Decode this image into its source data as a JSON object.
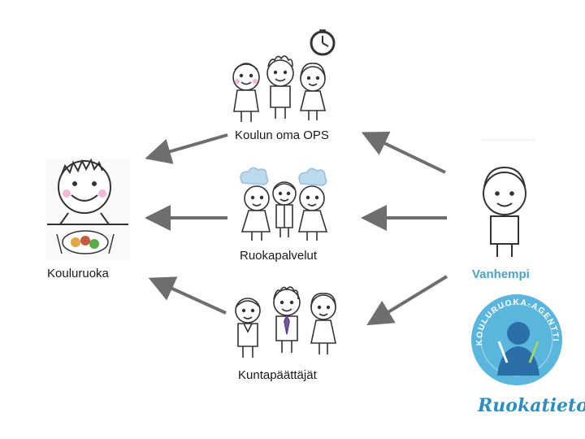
{
  "nodes": {
    "ops": {
      "label": "Koulun oma OPS"
    },
    "food_service": {
      "label": "Ruokapalvelut"
    },
    "decision_makers": {
      "label": "Kuntapäättäjät"
    },
    "school_meal": {
      "label": "Kouluruoka"
    },
    "parent": {
      "label": "Vanhempi"
    },
    "brand": {
      "ring_text": "KOULURUOKA-AGENTTI",
      "logo_text": "Ruokatieto"
    }
  },
  "colors": {
    "arrow": "#6e6e6e",
    "accent": "#4aa3c7",
    "badge_bg": "#5bb6de",
    "badge_figure": "#2a6fa8",
    "brand_text": "#2d8fc1"
  },
  "edges": [
    {
      "from": "parent",
      "to": "ops"
    },
    {
      "from": "parent",
      "to": "food_service"
    },
    {
      "from": "parent",
      "to": "decision_makers"
    },
    {
      "from": "ops",
      "to": "school_meal"
    },
    {
      "from": "food_service",
      "to": "school_meal"
    },
    {
      "from": "decision_makers",
      "to": "school_meal"
    }
  ]
}
